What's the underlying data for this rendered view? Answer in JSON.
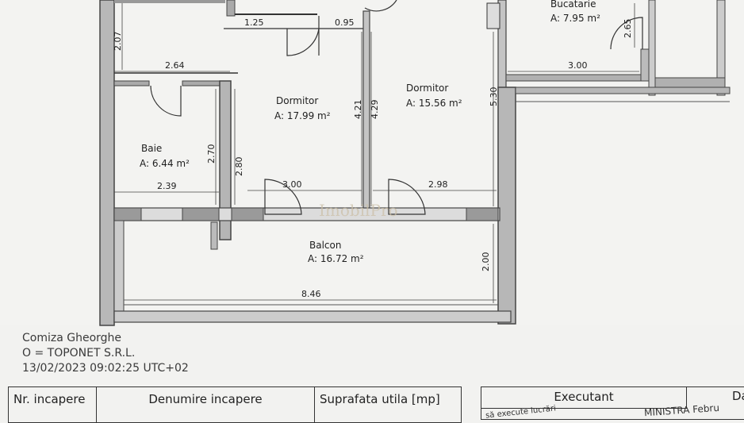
{
  "rooms": {
    "bucatarie": {
      "name": "Bucatarie",
      "area": "A: 7.95 m²"
    },
    "dormitor1": {
      "name": "Dormitor",
      "area": "A: 17.99 m²"
    },
    "dormitor2": {
      "name": "Dormitor",
      "area": "A: 15.56 m²"
    },
    "baie": {
      "name": "Baie",
      "area": "A: 6.44 m²"
    },
    "balcon": {
      "name": "Balcon",
      "area": "A: 16.72 m²"
    }
  },
  "dimensions": {
    "d_2_07": "2.07",
    "d_1_25": "1.25",
    "d_0_95": "0.95",
    "d_2_65": "2.65",
    "d_3_00_kitchen": "3.00",
    "d_2_64": "2.64",
    "d_5_30": "5.30",
    "d_4_21": "4.21",
    "d_4_29": "4.29",
    "d_2_70": "2.70",
    "d_2_80": "2.80",
    "d_2_39": "2.39",
    "d_3_00_bed": "3.00",
    "d_2_98": "2.98",
    "d_2_00": "2.00",
    "d_8_46": "8.46"
  },
  "signature": {
    "name": "Comiza Gheorghe",
    "org": "O = TOPONET S.R.L.",
    "timestamp": "13/02/2023 09:02:25 UTC+02"
  },
  "legend": {
    "col1": "Nr. incapere",
    "col2": "Denumire incapere",
    "col3": "Suprafata utila [mp]",
    "executant": "Executant",
    "cut_header": "Da"
  },
  "stamps": {
    "left_fragment": "să execute lucrări",
    "right_fragment": "MINISTRA Febru"
  },
  "watermark": "ImobilPro"
}
